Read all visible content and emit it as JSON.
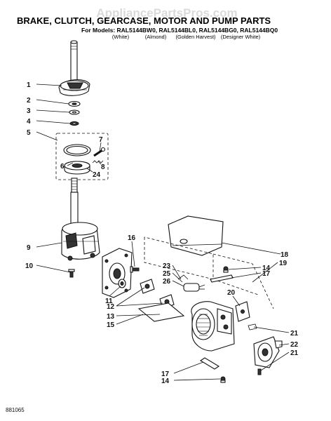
{
  "watermark": "AppliancePartsPros.com",
  "title": "BRAKE, CLUTCH, GEARCASE, MOTOR AND PUMP PARTS",
  "models_line": "For Models: RAL5144BW0, RAL5144BL0, RAL5144BG0, RAL5144BQ0",
  "model_colors": [
    "(White)",
    "(Almond)",
    "(Golden Harvest)",
    "(Designer White)"
  ],
  "diagram_code": "881065",
  "callouts": {
    "c1": "1",
    "c2": "2",
    "c3": "3",
    "c4": "4",
    "c5": "5",
    "c6": "6",
    "c7": "7",
    "c8": "8",
    "c24": "24",
    "c9": "9",
    "c10": "10",
    "c11": "11",
    "c12": "12",
    "c13": "13",
    "c15": "15",
    "c16": "16",
    "c18": "18",
    "c23": "23",
    "c25": "25",
    "c26": "26",
    "c14a": "14",
    "c17a": "17",
    "c19": "19",
    "c20": "20",
    "c21a": "21",
    "c22": "22",
    "c21b": "21",
    "c17b": "17",
    "c14b": "14"
  }
}
